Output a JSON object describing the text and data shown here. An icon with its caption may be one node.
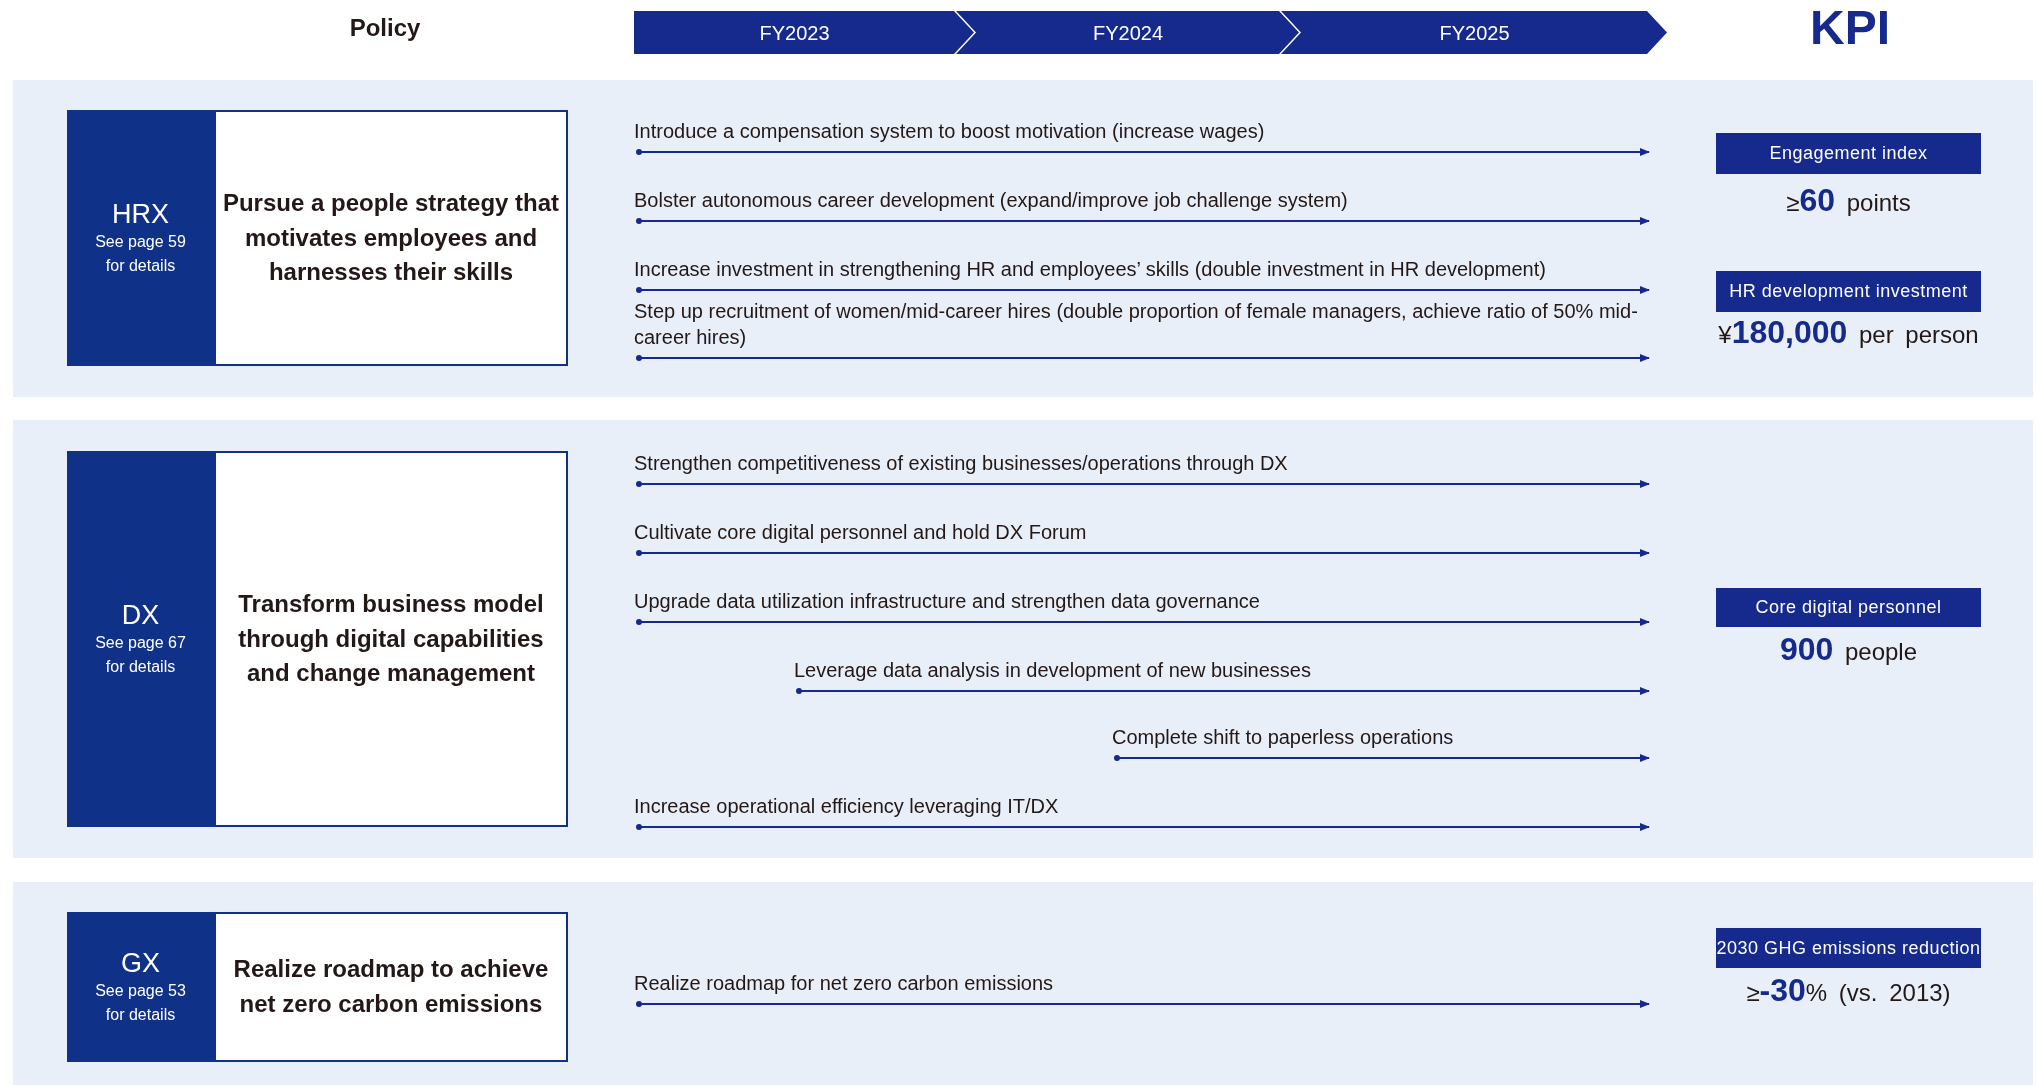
{
  "diagram": {
    "nodes": [
      {
        "text": [
          "FY2023"
        ]
      },
      {
        "text": [
          "FY2024"
        ]
      },
      {
        "text": [
          "FY2025"
        ]
      },
      {
        "text": [
          "HRX",
          "See page 59 for details"
        ]
      },
      {
        "text": [
          "Pursue a people strategy that motivates employees and harnesses their skills"
        ]
      },
      {
        "text": [
          "Engagement index"
        ],
        "beside": [
          "≥**60** points"
        ]
      },
      {
        "text": [
          "HR development investment"
        ],
        "beside": [
          "¥**180,000** per person"
        ]
      },
      {
        "text": [
          "DX",
          "See page 67 for details"
        ]
      },
      {
        "text": [
          "Transform business model through digital capabilities and change management"
        ]
      },
      {
        "text": [
          "Core digital personnel"
        ],
        "beside": [
          "**900** people"
        ]
      },
      {
        "text": [
          "GX",
          "See page 53 for details"
        ]
      },
      {
        "text": [
          "Realize roadmap to achieve net zero carbon emissions"
        ]
      },
      {
        "text": [
          "2030 GHG emissions reduction"
        ],
        "beside": [
          "≥**-30**% (vs. 2013)"
        ]
      }
    ],
    "labels": [
      "Policy",
      "KPI",
      "Introduce a compensation system to boost motivation (increase wages)",
      "Bolster autonomous career development (expand/improve job challenge system)",
      "Increase investment in strengthening HR and employees’ skills (double investment in HR development)",
      "Step up recruitment of women/mid-career hires (double proportion of female managers, achieve ratio of 50% mid-career hires)",
      "Strengthen competitiveness of existing businesses/operations through DX",
      "Cultivate core digital personnel and hold DX Forum",
      "Upgrade data utilization infrastructure and strengthen data governance",
      "Leverage data analysis in development of new businesses",
      "Complete shift to paperless operations",
      "Increase operational efficiency leveraging IT/DX",
      "Realize roadmap for net zero carbon emissions"
    ]
  }
}
